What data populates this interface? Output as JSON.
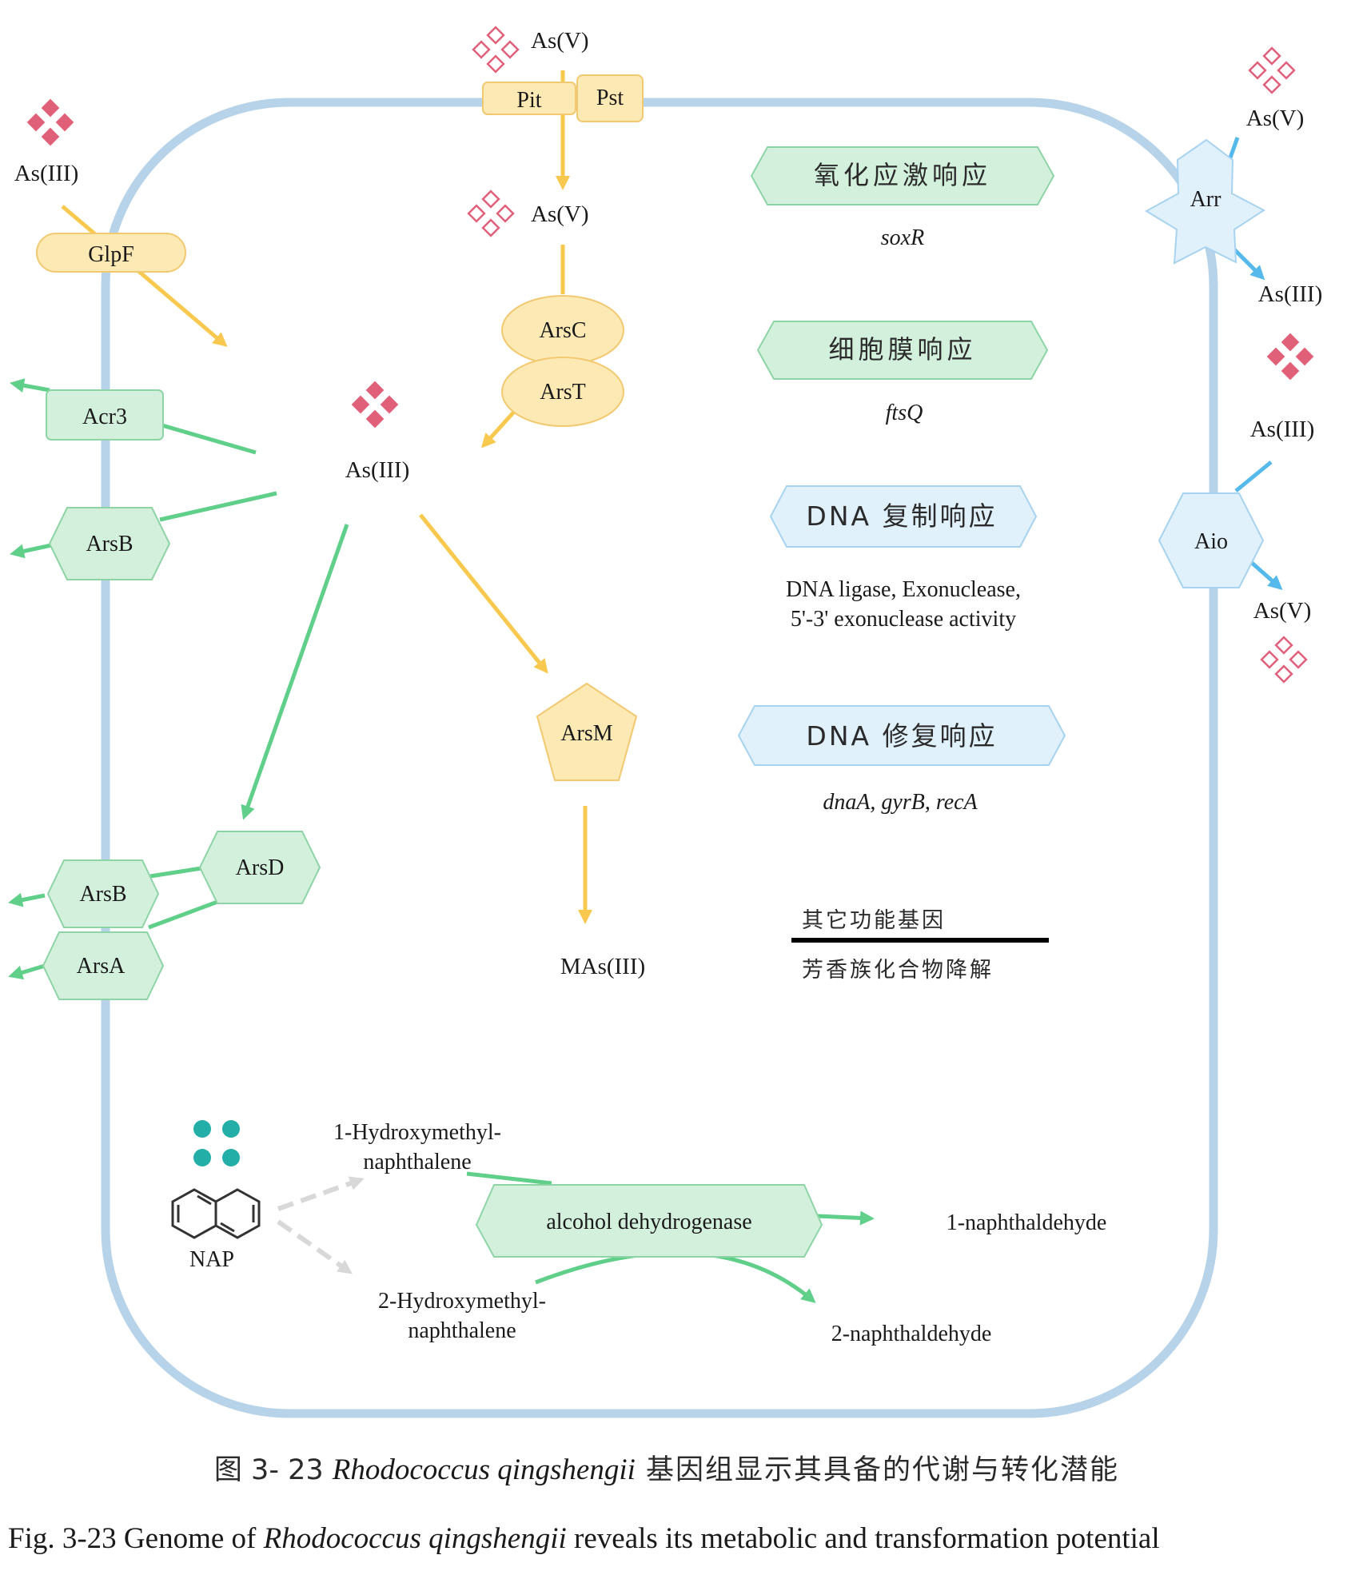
{
  "colors": {
    "membrane": "#b7d3e9",
    "yellow_fill": "#fde9b3",
    "yellow_stroke": "#f2c870",
    "yellow_arrow": "#f8c94e",
    "green_fill": "#d2f0dc",
    "green_stroke": "#8ed4a6",
    "green_arrow": "#5fcf89",
    "blue_fill": "#e0f1fc",
    "blue_stroke": "#a8d3f0",
    "blue_arrow": "#55b9ec",
    "arsenic_red": "#e0607a",
    "nap_teal": "#24aea8",
    "grey_arrow": "#d8d8d8"
  },
  "labels": {
    "as5_top": "As(V)",
    "as5_inside": "As(V)",
    "as3_left": "As(III)",
    "as3_center": "As(III)",
    "as5_right_top": "As(V)",
    "as3_right_mid": "As(III)",
    "as3_right_lower": "As(III)",
    "as5_right_bottom": "As(V)",
    "mas3": "MAs(III)",
    "nap": "NAP",
    "hydroxy1_l1": "1-Hydroxymethyl-",
    "hydroxy1_l2": "naphthalene",
    "hydroxy2_l1": "2-Hydroxymethyl-",
    "hydroxy2_l2": "naphthalene",
    "naphthaldehyde1": "1-naphthaldehyde",
    "naphthaldehyde2": "2-naphthaldehyde"
  },
  "proteins": {
    "pit": "Pit",
    "pst": "Pst",
    "glpf": "GlpF",
    "arsc": "ArsC",
    "arst": "ArsT",
    "acr3": "Acr3",
    "arsb_upper": "ArsB",
    "arsm": "ArsM",
    "arsd": "ArsD",
    "arsb_lower": "ArsB",
    "arsa": "ArsA",
    "arr": "Arr",
    "aio": "Aio",
    "alcohol_dh": "alcohol dehydrogenase"
  },
  "responses": [
    {
      "title": "氧化应激响应",
      "genes": "soxR"
    },
    {
      "title": "细胞膜响应",
      "genes": "ftsQ"
    },
    {
      "title": "DNA 复制响应",
      "genes_l1": "DNA ligase, Exonuclease,",
      "genes_l2": "5'-3' exonuclease activity"
    },
    {
      "title": "DNA 修复响应",
      "genes": "dnaA, gyrB, recA"
    }
  ],
  "other": {
    "title": "其它功能基因",
    "subtitle": "芳香族化合物降解"
  },
  "caption": {
    "cn_prefix": "图 3- 23 ",
    "cn_species": "Rhodococcus qingshengii",
    "cn_suffix": " 基因组显示其具备的代谢与转化潜能",
    "en_prefix": "Fig. 3-23 Genome of ",
    "en_species": "Rhodococcus qingshengii",
    "en_suffix": " reveals its metabolic and transformation potential"
  }
}
